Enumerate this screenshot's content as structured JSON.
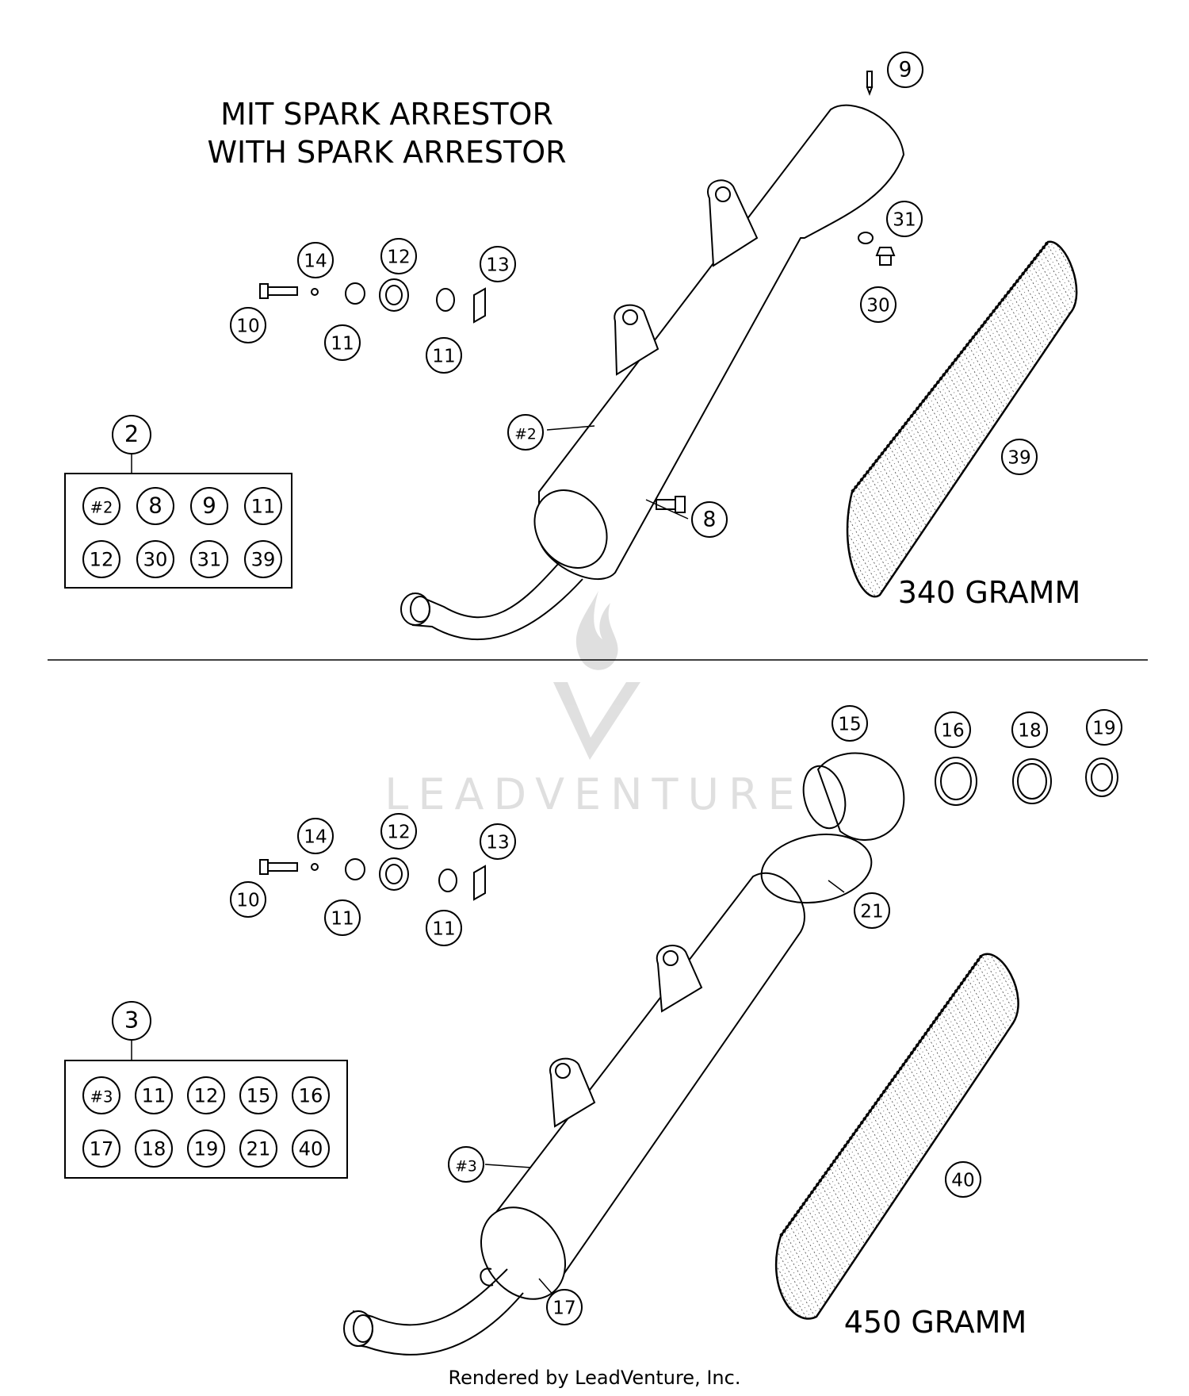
{
  "header": {
    "line1": "MIT SPARK ARRESTOR",
    "line2": "WITH SPARK ARRESTOR"
  },
  "weights": {
    "top": "340 GRAMM",
    "bottom": "450 GRAMM"
  },
  "watermark": "LEADVENTURE",
  "footer": "Rendered by LeadVenture, Inc.",
  "callouts": {
    "top": [
      "9",
      "31",
      "30",
      "39",
      "#2",
      "8",
      "14",
      "12",
      "13",
      "10",
      "11",
      "11",
      "2"
    ],
    "bottom": [
      "15",
      "16",
      "18",
      "19",
      "21",
      "14",
      "12",
      "13",
      "10",
      "11",
      "11",
      "3",
      "#3",
      "17",
      "40"
    ]
  },
  "kits": {
    "top": [
      "#2",
      "8",
      "9",
      "11",
      "12",
      "30",
      "31",
      "39"
    ],
    "bottom": [
      "#3",
      "11",
      "12",
      "15",
      "16",
      "17",
      "18",
      "19",
      "21",
      "40"
    ]
  }
}
